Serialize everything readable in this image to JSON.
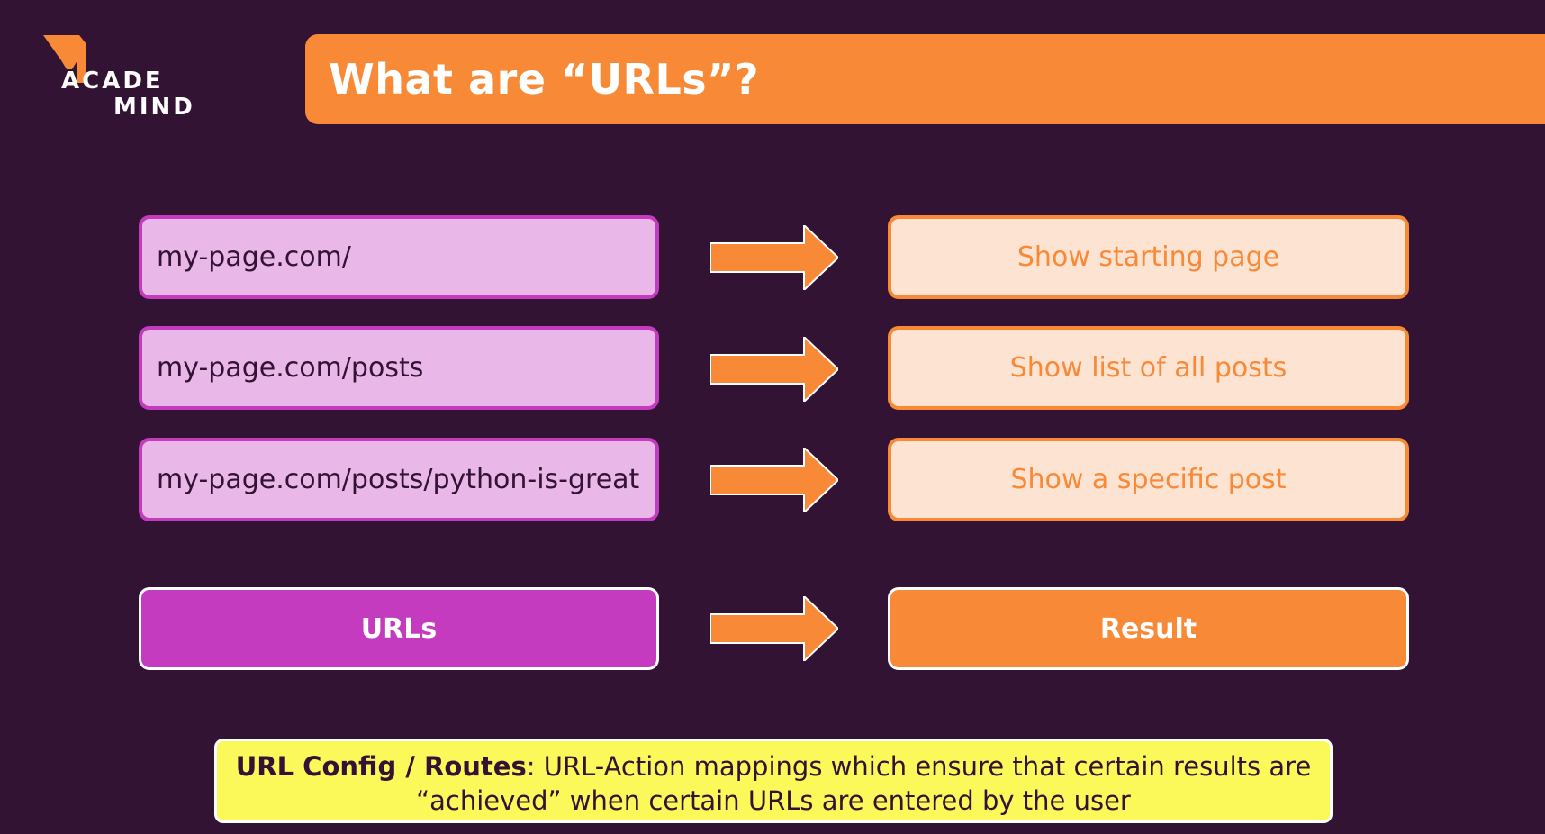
{
  "logo": {
    "line1": "ACADE",
    "line2": "MIND",
    "icon": "academind-logo-icon"
  },
  "title": "What are “URLs”?",
  "mappings": [
    {
      "url": "my-page.com/",
      "result": "Show starting page"
    },
    {
      "url": "my-page.com/posts",
      "result": "Show list of all posts"
    },
    {
      "url": "my-page.com/posts/python-is-great",
      "result": "Show a specific post"
    }
  ],
  "legend": {
    "url_label": "URLs",
    "result_label": "Result"
  },
  "note": {
    "term": "URL Config / Routes",
    "line1": ": URL-Action mappings which ensure that certain results are",
    "line2": "“achieved” when certain URLs are entered by the user"
  },
  "colors": {
    "background": "#331334",
    "orange": "#f88a37",
    "purple": "#c43bbf",
    "light_purple": "#e9b8e8",
    "light_orange": "#fde3d2",
    "yellow": "#fbf85a"
  }
}
